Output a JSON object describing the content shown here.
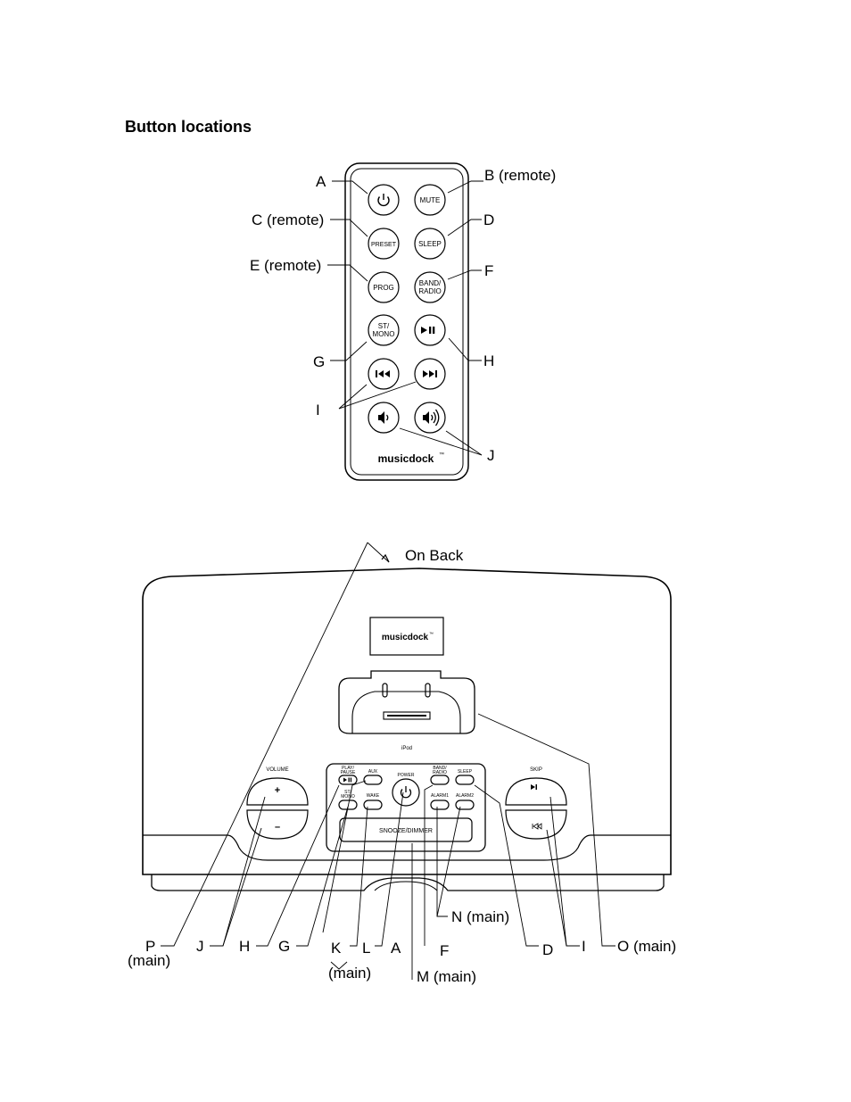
{
  "title": "Button locations",
  "remote": {
    "buttons": {
      "mute": "MUTE",
      "preset": "PRESET",
      "sleep": "SLEEP",
      "prog": "PROG",
      "band_line1": "BAND/",
      "band_line2": "RADIO",
      "st_line1": "ST/",
      "st_line2": "MONO"
    },
    "brand": "musicdock",
    "callouts": {
      "A": "A",
      "B": "B (remote)",
      "C": "C (remote)",
      "D": "D",
      "E": "E (remote)",
      "F": "F",
      "G": "G",
      "H": "H",
      "I": "I",
      "J": "J"
    }
  },
  "main_unit": {
    "on_back": "On Back",
    "brand": "musicdock",
    "dock_label": "iPod",
    "volume_label": "VOLUME",
    "vol_plus": "+",
    "vol_minus": "–",
    "skip_label": "SKIP",
    "panel": {
      "play_pause_line1": "PLAY/",
      "play_pause_line2": "PAUSE",
      "aux": "AUX",
      "power": "POWER",
      "band_line1": "BAND/",
      "band_line2": "RADIO",
      "sleep": "SLEEP",
      "st_line1": "ST/",
      "st_line2": "MONO",
      "wake": "WAKE",
      "alarm1": "ALARM1",
      "alarm2": "ALARM2",
      "snooze": "SNOOZE/DIMMER"
    },
    "callouts": {
      "P": "P",
      "P_sub": "(main)",
      "J": "J",
      "H": "H",
      "G": "G",
      "K": "K",
      "L": "L",
      "KL_sub": "(main)",
      "A": "A",
      "F": "F",
      "M": "M (main)",
      "N": "N (main)",
      "D": "D",
      "I": "I",
      "O": "O (main)"
    }
  }
}
